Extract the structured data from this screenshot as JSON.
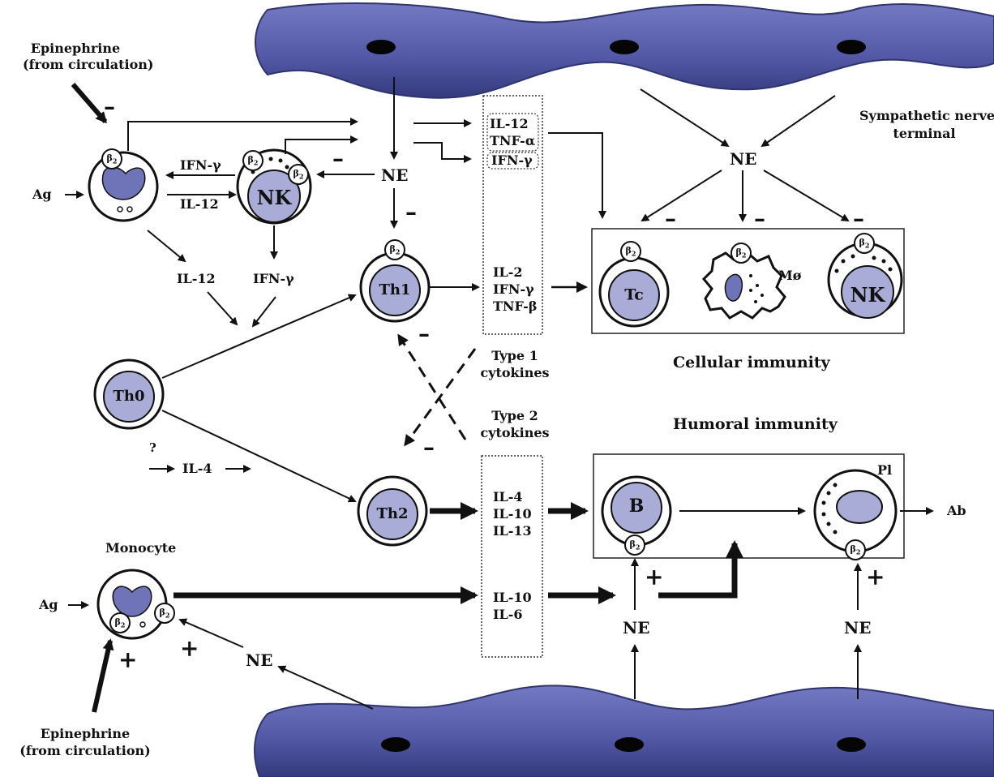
{
  "labels": {
    "epi_top": "Epinephrine\n(from circulation)",
    "epi_bottom": "Epinephrine\n(from circulation)",
    "ag_top": "Ag",
    "ag_bottom": "Ag",
    "monocyte": "Monocyte",
    "sympathetic": "Sympathetic nerve\nterminal",
    "ne_top_mid": "NE",
    "ne_top_right": "NE",
    "ne_bottom_left": "NE",
    "ne_bottom_mid": "NE",
    "ne_bottom_right": "NE",
    "ifn_left_arrow": "IFN-γ",
    "il12_right_arrow": "IL-12",
    "il12_down": "IL-12",
    "ifn_down": "IFN-γ",
    "question": "?",
    "il4_input": "IL-4",
    "type1": "Type 1\ncytokines",
    "type2": "Type 2\ncytokines",
    "cellular": "Cellular  immunity",
    "humoral": "Humoral  immunity",
    "ab": "Ab",
    "pl": "Pl",
    "mo": "Mø"
  },
  "cells": {
    "th0": "Th0",
    "th1": "Th1",
    "th2": "Th2",
    "nk_top": "NK",
    "tc": "Tc",
    "nk_right": "NK",
    "b": "B"
  },
  "beta": "β",
  "beta_sub": "2",
  "cytokine_boxes": {
    "top_small": [
      "IL-12",
      "TNF-α"
    ],
    "top_ifn": "IFN-γ",
    "type1": [
      "IL-2",
      "IFN-γ",
      "TNF-β"
    ],
    "type2": [
      "IL-4",
      "IL-10",
      "IL-13"
    ],
    "mono": [
      "IL-10",
      "IL-6"
    ]
  },
  "signs": {
    "minus": "–",
    "plus": "+"
  },
  "colors": {
    "nerve": "#545aa6",
    "nerve_dark": "#2f336e",
    "cell_fill": "#a9acd6",
    "nucleus": "#6f74b8",
    "ink": "#111111"
  }
}
